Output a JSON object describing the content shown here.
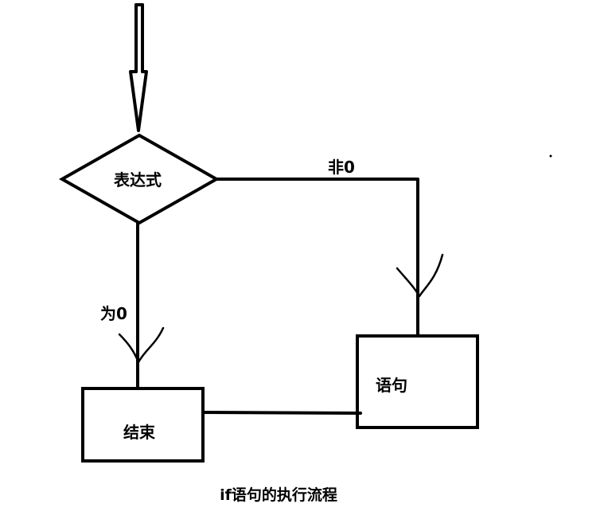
{
  "diagram": {
    "nodes": {
      "condition": {
        "label": "表达式",
        "shape": "diamond"
      },
      "statement": {
        "label": "语句",
        "shape": "rectangle"
      },
      "end": {
        "label": "结束",
        "shape": "rectangle"
      }
    },
    "edges": {
      "nonzero": {
        "label": "非0",
        "from": "condition",
        "to": "statement"
      },
      "zero": {
        "label": "为0",
        "from": "condition",
        "to": "end"
      }
    },
    "caption": "if语句的执行流程"
  },
  "colors": {
    "stroke": "#000000",
    "background": "#ffffff"
  }
}
